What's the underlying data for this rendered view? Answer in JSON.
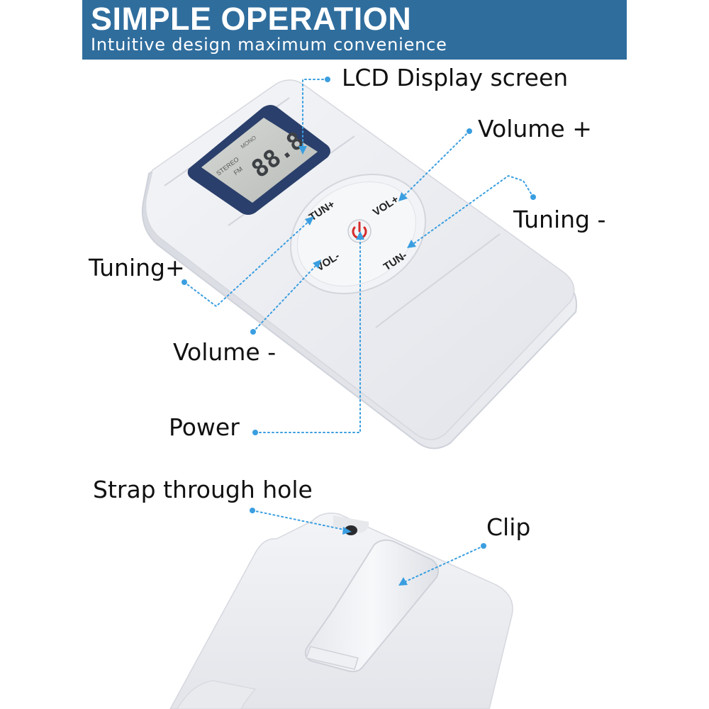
{
  "header": {
    "title": "SIMPLE OPERATION",
    "subtitle": "Intuitive design maximum convenience"
  },
  "device": {
    "buttons": {
      "tuning_plus": "TUN+",
      "volume_plus": "VOL+",
      "volume_minus": "VOL-",
      "tuning_minus": "TUN-"
    },
    "lcd": {
      "stereo": "STEREO",
      "fm": "FM",
      "mono": "MONO",
      "digits": "88.8"
    }
  },
  "callouts": {
    "lcd_display": "LCD Display screen",
    "volume_plus": "Volume +",
    "tuning_minus": "Tuning -",
    "tuning_plus": "Tuning+",
    "volume_minus": "Volume -",
    "power": "Power",
    "strap_hole": "Strap through hole",
    "clip": "Clip"
  },
  "colors": {
    "banner": "#2f6d9d",
    "leader": "#3a9ee0",
    "power_red": "#d62b2b",
    "lcd_frame": "#2a3f6b",
    "lcd_screen": "#c9ccc8"
  }
}
